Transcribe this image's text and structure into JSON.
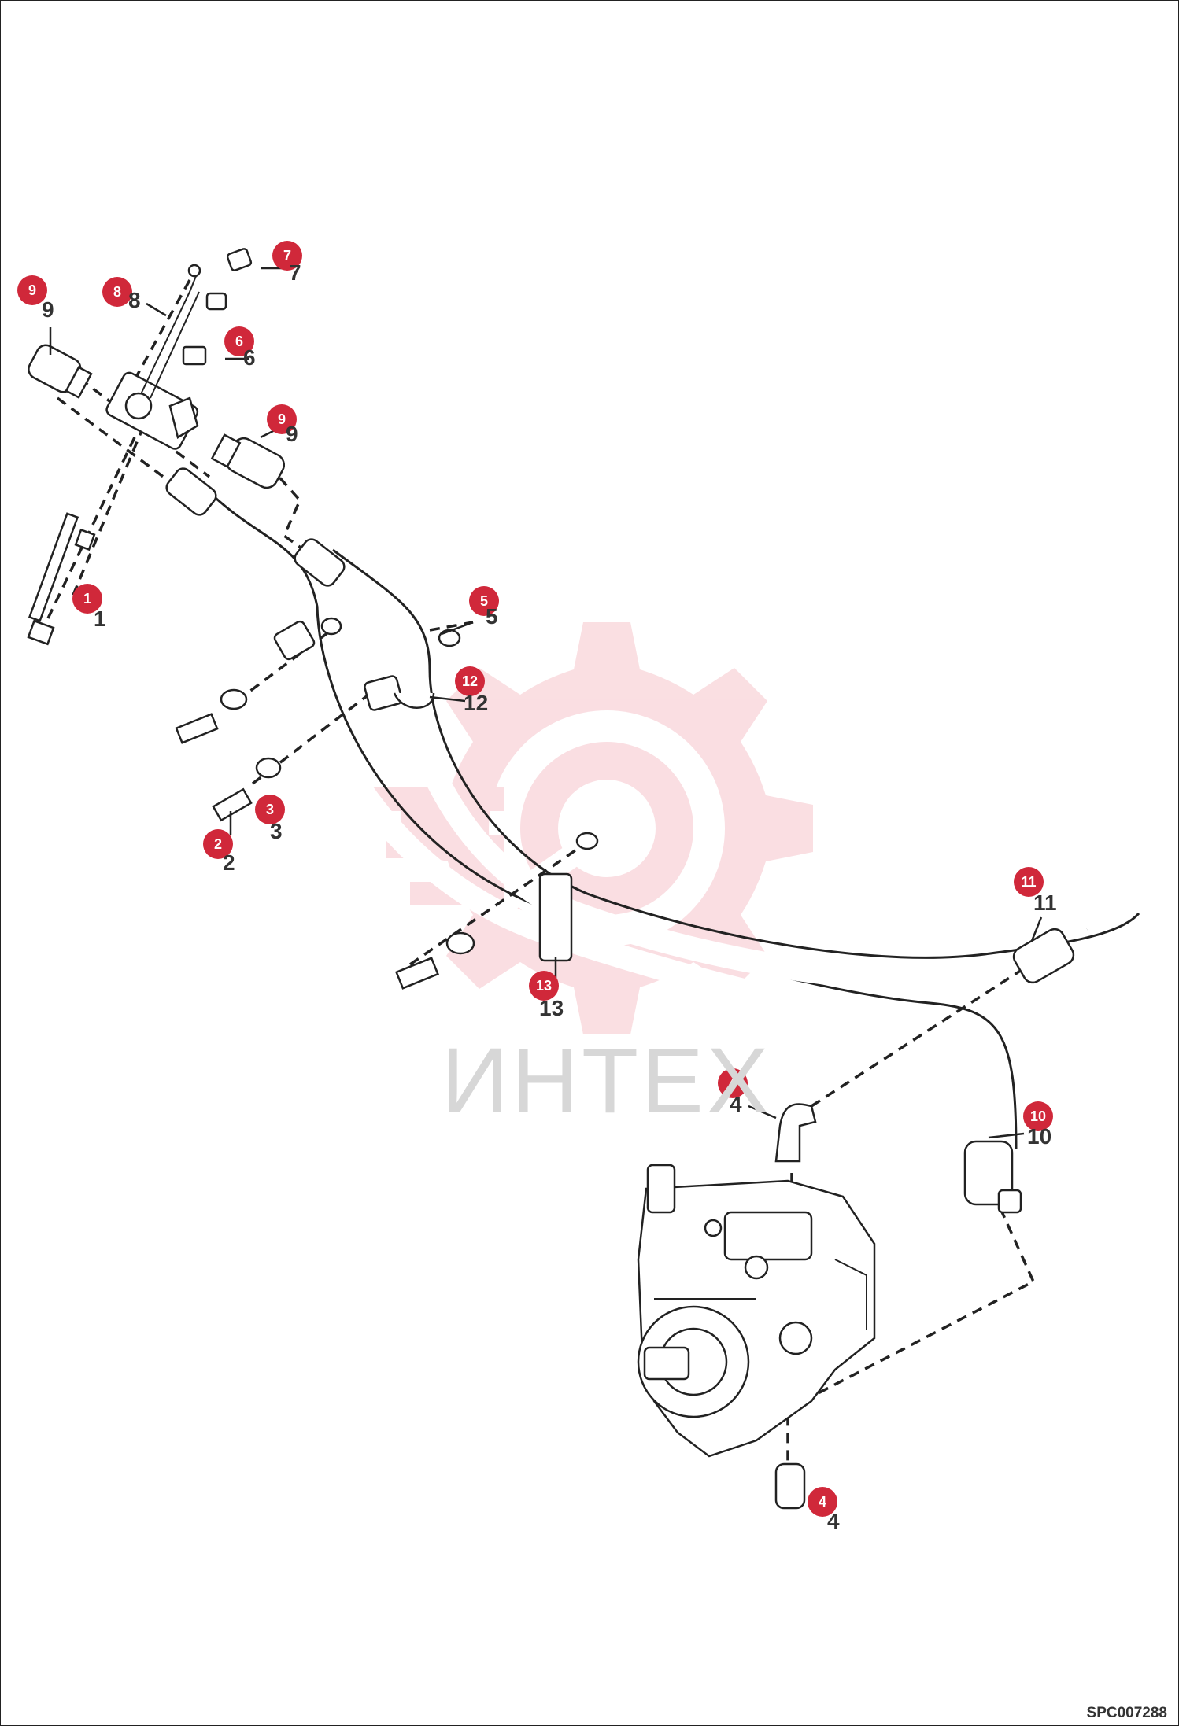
{
  "watermark": {
    "text": "ИНТЕХ",
    "color": "#f7c9cf"
  },
  "drawing_code": "SPC007288",
  "badge_color": "#d0283a",
  "callouts": [
    {
      "id": "c9a",
      "badge": "9",
      "label": "9"
    },
    {
      "id": "c8",
      "badge": "8",
      "label": "8"
    },
    {
      "id": "c7",
      "badge": "7",
      "label": "7"
    },
    {
      "id": "c6",
      "badge": "6",
      "label": "6"
    },
    {
      "id": "c9b",
      "badge": "9",
      "label": "9"
    },
    {
      "id": "c1",
      "badge": "1",
      "label": "1"
    },
    {
      "id": "c5",
      "badge": "5",
      "label": "5"
    },
    {
      "id": "c12",
      "badge": "12",
      "label": "12"
    },
    {
      "id": "c3",
      "badge": "3",
      "label": "3"
    },
    {
      "id": "c2",
      "badge": "2",
      "label": "2"
    },
    {
      "id": "c11",
      "badge": "11",
      "label": "11"
    },
    {
      "id": "c13",
      "badge": "13",
      "label": "13"
    },
    {
      "id": "c4a",
      "badge": "4",
      "label": "4"
    },
    {
      "id": "c10",
      "badge": "10",
      "label": "10"
    },
    {
      "id": "c4b",
      "badge": "4",
      "label": "4"
    }
  ]
}
